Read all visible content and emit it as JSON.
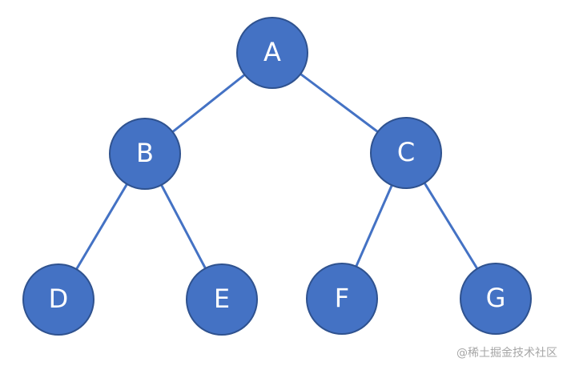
{
  "colors": {
    "node_fill": "#4472C4",
    "node_stroke": "#2F528F",
    "edge": "#4472C4",
    "label": "#FFFFFF"
  },
  "tree": {
    "nodes": [
      {
        "id": "A",
        "label": "A"
      },
      {
        "id": "B",
        "label": "B"
      },
      {
        "id": "C",
        "label": "C"
      },
      {
        "id": "D",
        "label": "D"
      },
      {
        "id": "E",
        "label": "E"
      },
      {
        "id": "F",
        "label": "F"
      },
      {
        "id": "G",
        "label": "G"
      }
    ],
    "edges": [
      {
        "from": "A",
        "to": "B"
      },
      {
        "from": "A",
        "to": "C"
      },
      {
        "from": "B",
        "to": "D"
      },
      {
        "from": "B",
        "to": "E"
      },
      {
        "from": "C",
        "to": "F"
      },
      {
        "from": "C",
        "to": "G"
      }
    ]
  },
  "watermark": "@稀土掘金技术社区"
}
